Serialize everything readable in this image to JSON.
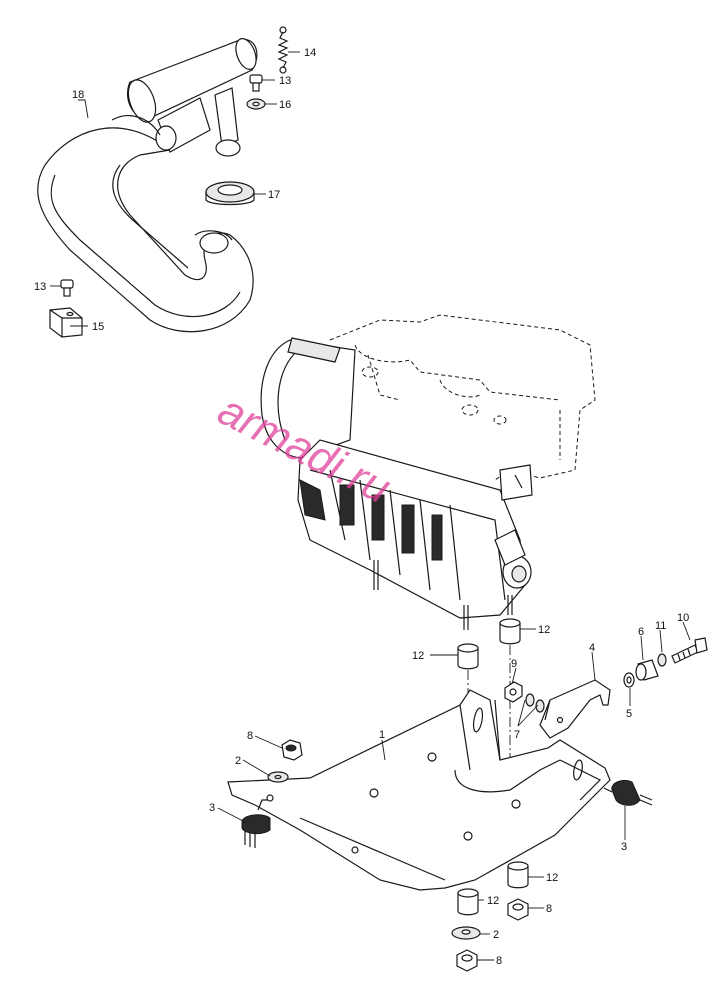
{
  "watermark": "armadi.ru",
  "callouts": [
    {
      "id": "c14",
      "label": "14"
    },
    {
      "id": "c13a",
      "label": "13"
    },
    {
      "id": "c16",
      "label": "16"
    },
    {
      "id": "c18",
      "label": "18"
    },
    {
      "id": "c17",
      "label": "17"
    },
    {
      "id": "c13b",
      "label": "13"
    },
    {
      "id": "c15",
      "label": "15"
    },
    {
      "id": "c12a",
      "label": "12"
    },
    {
      "id": "c12b",
      "label": "12"
    },
    {
      "id": "c10",
      "label": "10"
    },
    {
      "id": "c11",
      "label": "11"
    },
    {
      "id": "c6",
      "label": "6"
    },
    {
      "id": "c4",
      "label": "4"
    },
    {
      "id": "c9",
      "label": "9"
    },
    {
      "id": "c5",
      "label": "5"
    },
    {
      "id": "c7",
      "label": "7"
    },
    {
      "id": "c1",
      "label": "1"
    },
    {
      "id": "c8a",
      "label": "8"
    },
    {
      "id": "c2a",
      "label": "2"
    },
    {
      "id": "c3a",
      "label": "3"
    },
    {
      "id": "c3b",
      "label": "3"
    },
    {
      "id": "c12c",
      "label": "12"
    },
    {
      "id": "c12d",
      "label": "12"
    },
    {
      "id": "c8b",
      "label": "8"
    },
    {
      "id": "c2b",
      "label": "2"
    },
    {
      "id": "c8c",
      "label": "8"
    }
  ]
}
